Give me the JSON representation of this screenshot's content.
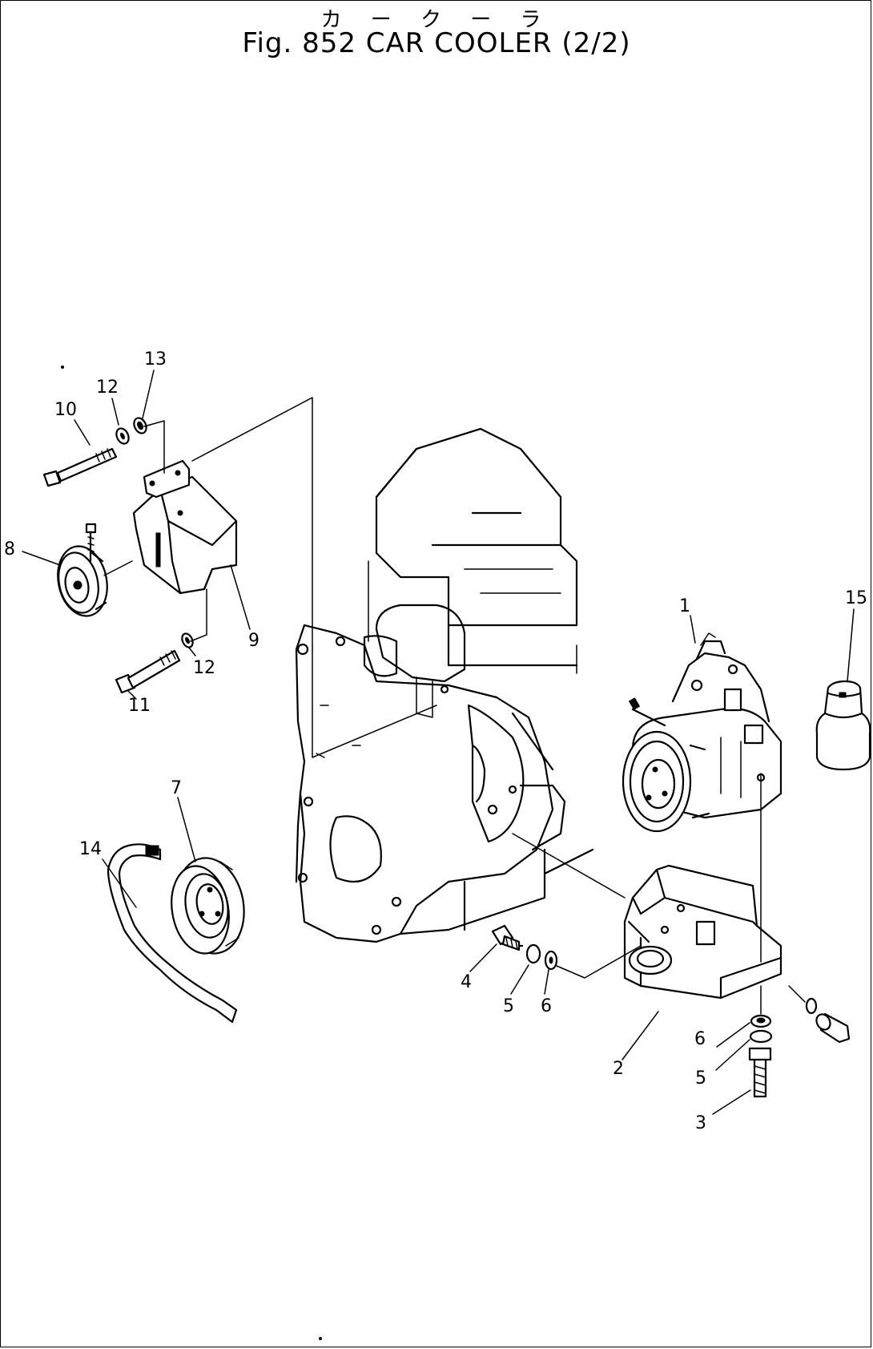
{
  "title_japanese": "カ ー ク ー ラ",
  "title": "Fig. 852 CAR COOLER (2/2)",
  "callouts": {
    "c1": "1",
    "c2": "2",
    "c3": "3",
    "c4": "4",
    "c5a": "5",
    "c5b": "5",
    "c6a": "6",
    "c6b": "6",
    "c7": "7",
    "c8": "8",
    "c9": "9",
    "c10": "10",
    "c11": "11",
    "c12a": "12",
    "c12b": "12",
    "c13": "13",
    "c14": "14",
    "c15": "15"
  }
}
